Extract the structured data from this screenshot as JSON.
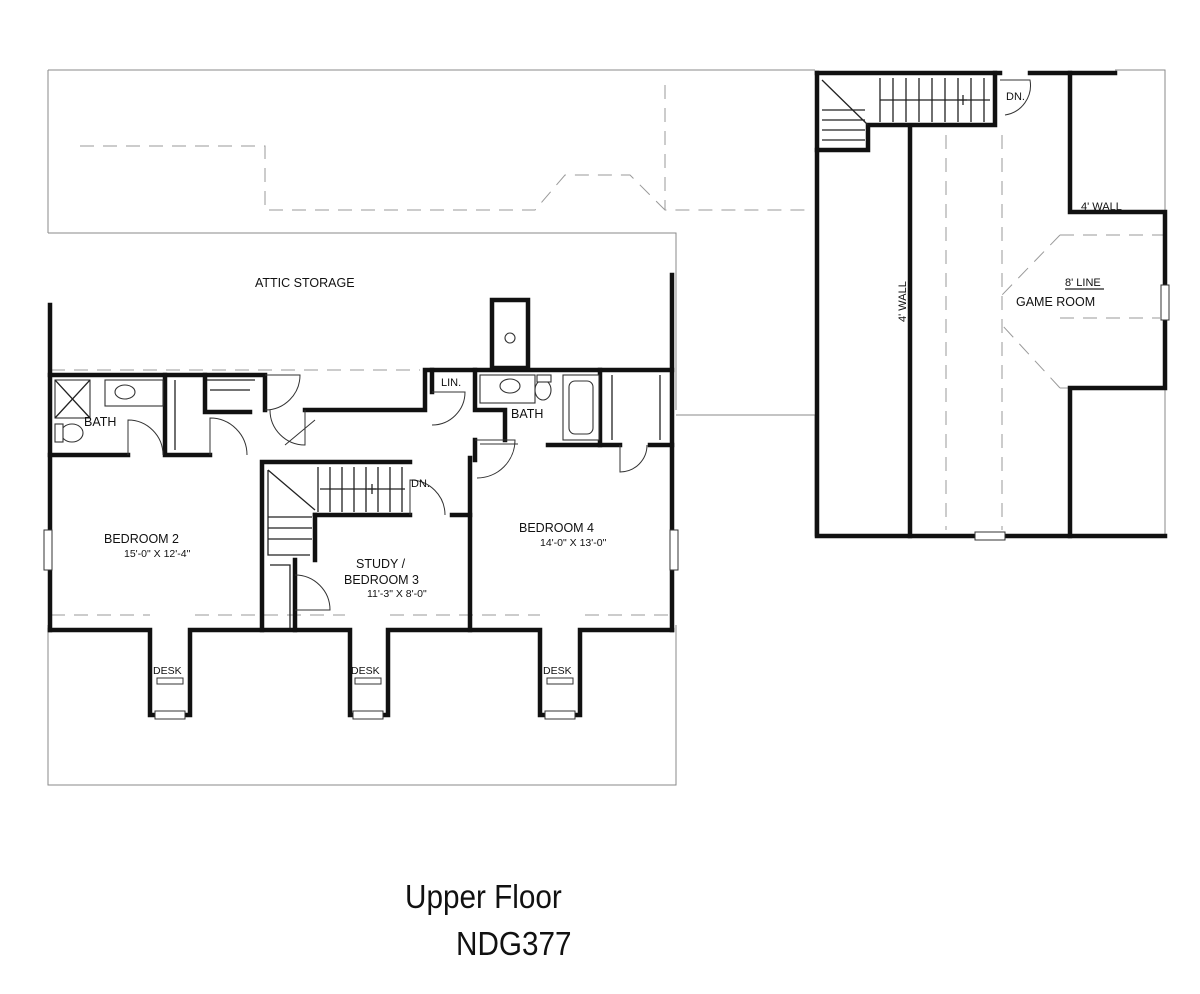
{
  "title": "Upper Floor",
  "plan_code": "NDG377",
  "rooms": {
    "attic_storage": "ATTIC STORAGE",
    "bath_left": "BATH",
    "bath_center": "BATH",
    "linen": "LIN.",
    "bedroom2": {
      "name": "BEDROOM 2",
      "dims": "15'-0\" X 12'-4\""
    },
    "bedroom4": {
      "name": "BEDROOM 4",
      "dims": "14'-0\" X 13'-0\""
    },
    "study": {
      "name_line1": "STUDY /",
      "name_line2": "BEDROOM 3",
      "dims": "11'-3\" X 8'-0\""
    },
    "game_room": "GAME ROOM"
  },
  "notes": {
    "stair_down_center": "DN.",
    "stair_down_right": "DN.",
    "four_ft_wall_top": "4' WALL",
    "four_ft_wall_vertical": "4' WALL",
    "eight_ft_line": "8' LINE",
    "desk_1": "DESK",
    "desk_2": "DESK",
    "desk_3": "DESK"
  }
}
